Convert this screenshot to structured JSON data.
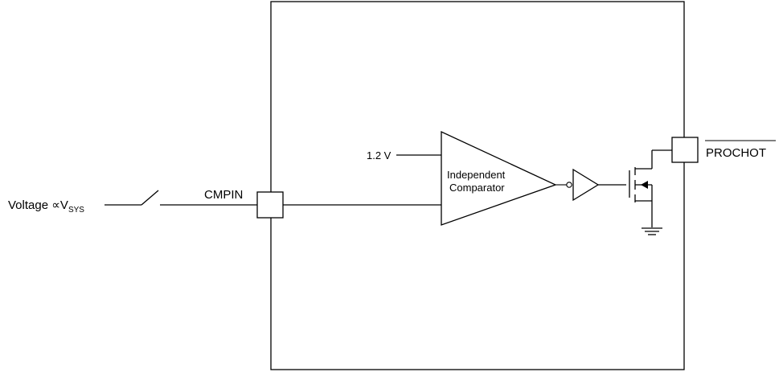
{
  "labels": {
    "input": "Voltage ∝V",
    "input_sub": "SYS",
    "pin": "CMPIN",
    "reference": "1.2 V",
    "comparator_line1": "Independent",
    "comparator_line2": "Comparator",
    "output_pin": "PROCHOT"
  }
}
